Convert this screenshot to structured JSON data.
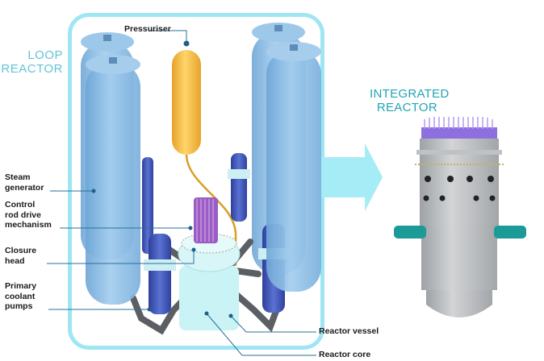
{
  "titles": {
    "loop_reactor": [
      "LOOP",
      "REACTOR"
    ],
    "integrated_reactor": [
      "INTEGRATED",
      "REACTOR"
    ]
  },
  "labels": {
    "pressuriser": "Pressuriser",
    "steam_generator": [
      "Steam",
      "generator"
    ],
    "control_rod_drive": [
      "Control",
      "rod drive",
      "mechanism"
    ],
    "closure_head": [
      "Closure",
      "head"
    ],
    "primary_coolant_pumps": [
      "Primary",
      "coolant",
      "pumps"
    ],
    "reactor_vessel": "Reactor vessel",
    "reactor_core": "Reactor core"
  },
  "colors": {
    "frame": "#9fe6f3",
    "arrow": "#a6ecf6",
    "loop_title": "#62c4d7",
    "integrated_title": "#20a5b5",
    "leader_line": "#2a6f9a",
    "steam_generator": "#86b9e0",
    "pressuriser": "#f2b93e",
    "pump": "#3f57b8",
    "pipe": "#5b5f63",
    "vessel": "#c9f3f4",
    "control_rods": "#9b5cc4",
    "integrated_body": "#b5b8ba",
    "integrated_nozzle": "#1c9a97"
  }
}
